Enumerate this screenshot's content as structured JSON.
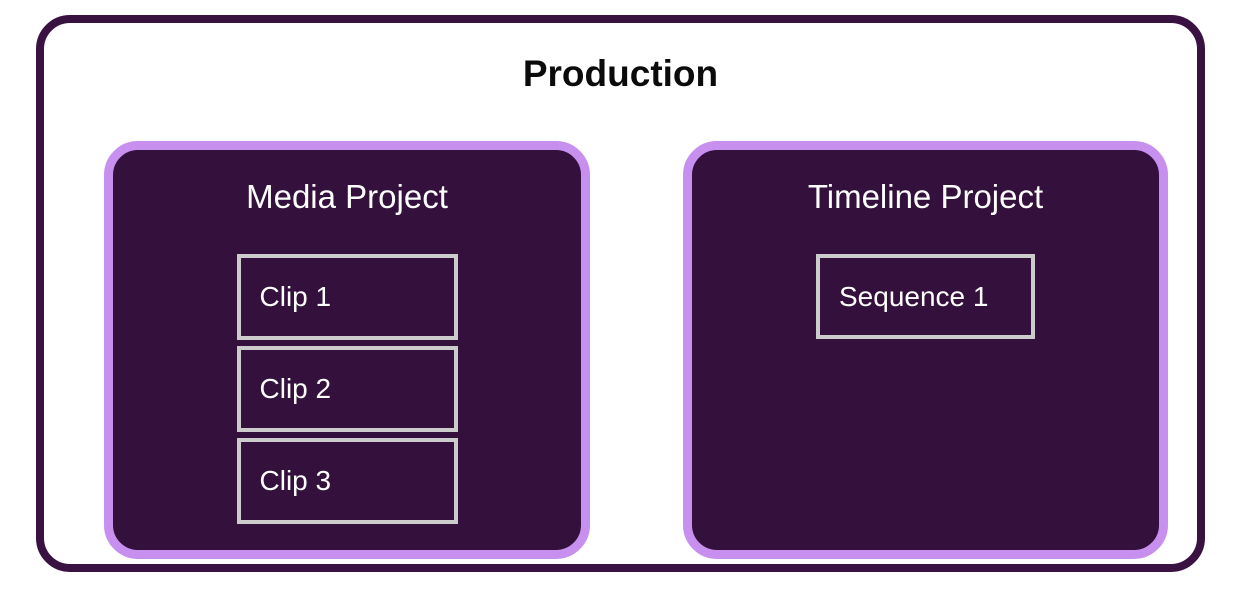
{
  "diagram": {
    "title": "Production",
    "frame_border_color": "#391242",
    "background_color": "#ffffff",
    "title_color": "#0b0b0b",
    "panels": [
      {
        "name": "media-project",
        "title": "Media Project",
        "fill_color": "#34103C",
        "border_color": "#C78FEE",
        "items": [
          {
            "name": "clip-1",
            "label": "Clip 1"
          },
          {
            "name": "clip-2",
            "label": "Clip 2"
          },
          {
            "name": "clip-3",
            "label": "Clip 3"
          }
        ]
      },
      {
        "name": "timeline-project",
        "title": "Timeline Project",
        "fill_color": "#34103C",
        "border_color": "#C78FEE",
        "items": [
          {
            "name": "sequence-1",
            "label": "Sequence 1"
          }
        ]
      }
    ],
    "item_border_color": "#CCCCCC",
    "item_text_color": "#ffffff"
  }
}
